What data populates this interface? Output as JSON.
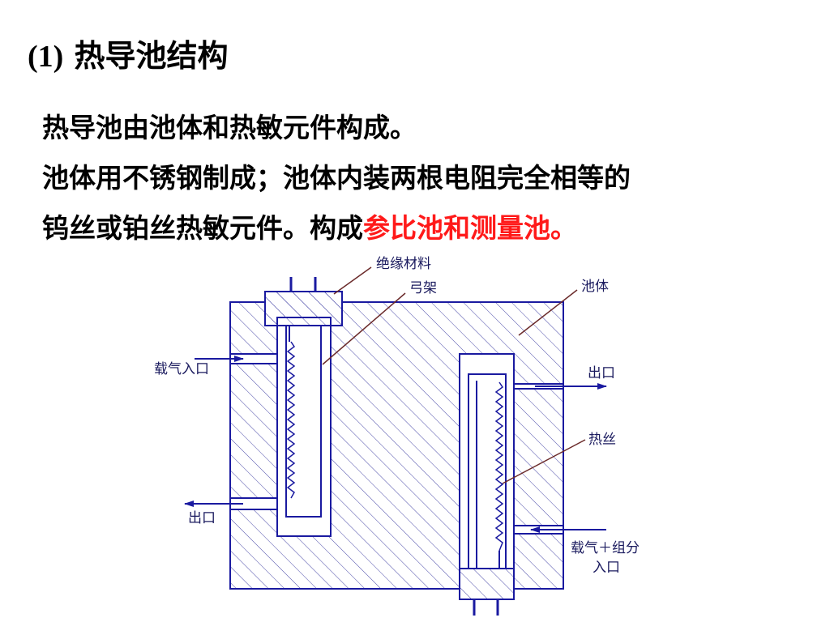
{
  "title": {
    "number": "(1)",
    "text": "热导池结构"
  },
  "paragraph": {
    "line1": "热导池由池体和热敏元件构成。",
    "line2": "池体用不锈钢制成；池体内装两根电阻完全相等的",
    "line3_black": "钨丝或铂丝热敏元件。构成",
    "line3_red": "参比池和测量池。"
  },
  "diagram": {
    "labels": {
      "insulation": "绝缘材料",
      "bow_frame": "弓架",
      "cell_body": "池体",
      "carrier_inlet": "载气入口",
      "outlet_left": "出口",
      "outlet_right": "出口",
      "hot_wire": "热丝",
      "carrier_component_line1": "载气＋组分",
      "carrier_component_line2": "入口"
    },
    "colors": {
      "outline": "#1a1aa0",
      "text": "#1a1a5e",
      "leader": "#6b2b2b",
      "highlight": "#ff1a1a"
    }
  }
}
